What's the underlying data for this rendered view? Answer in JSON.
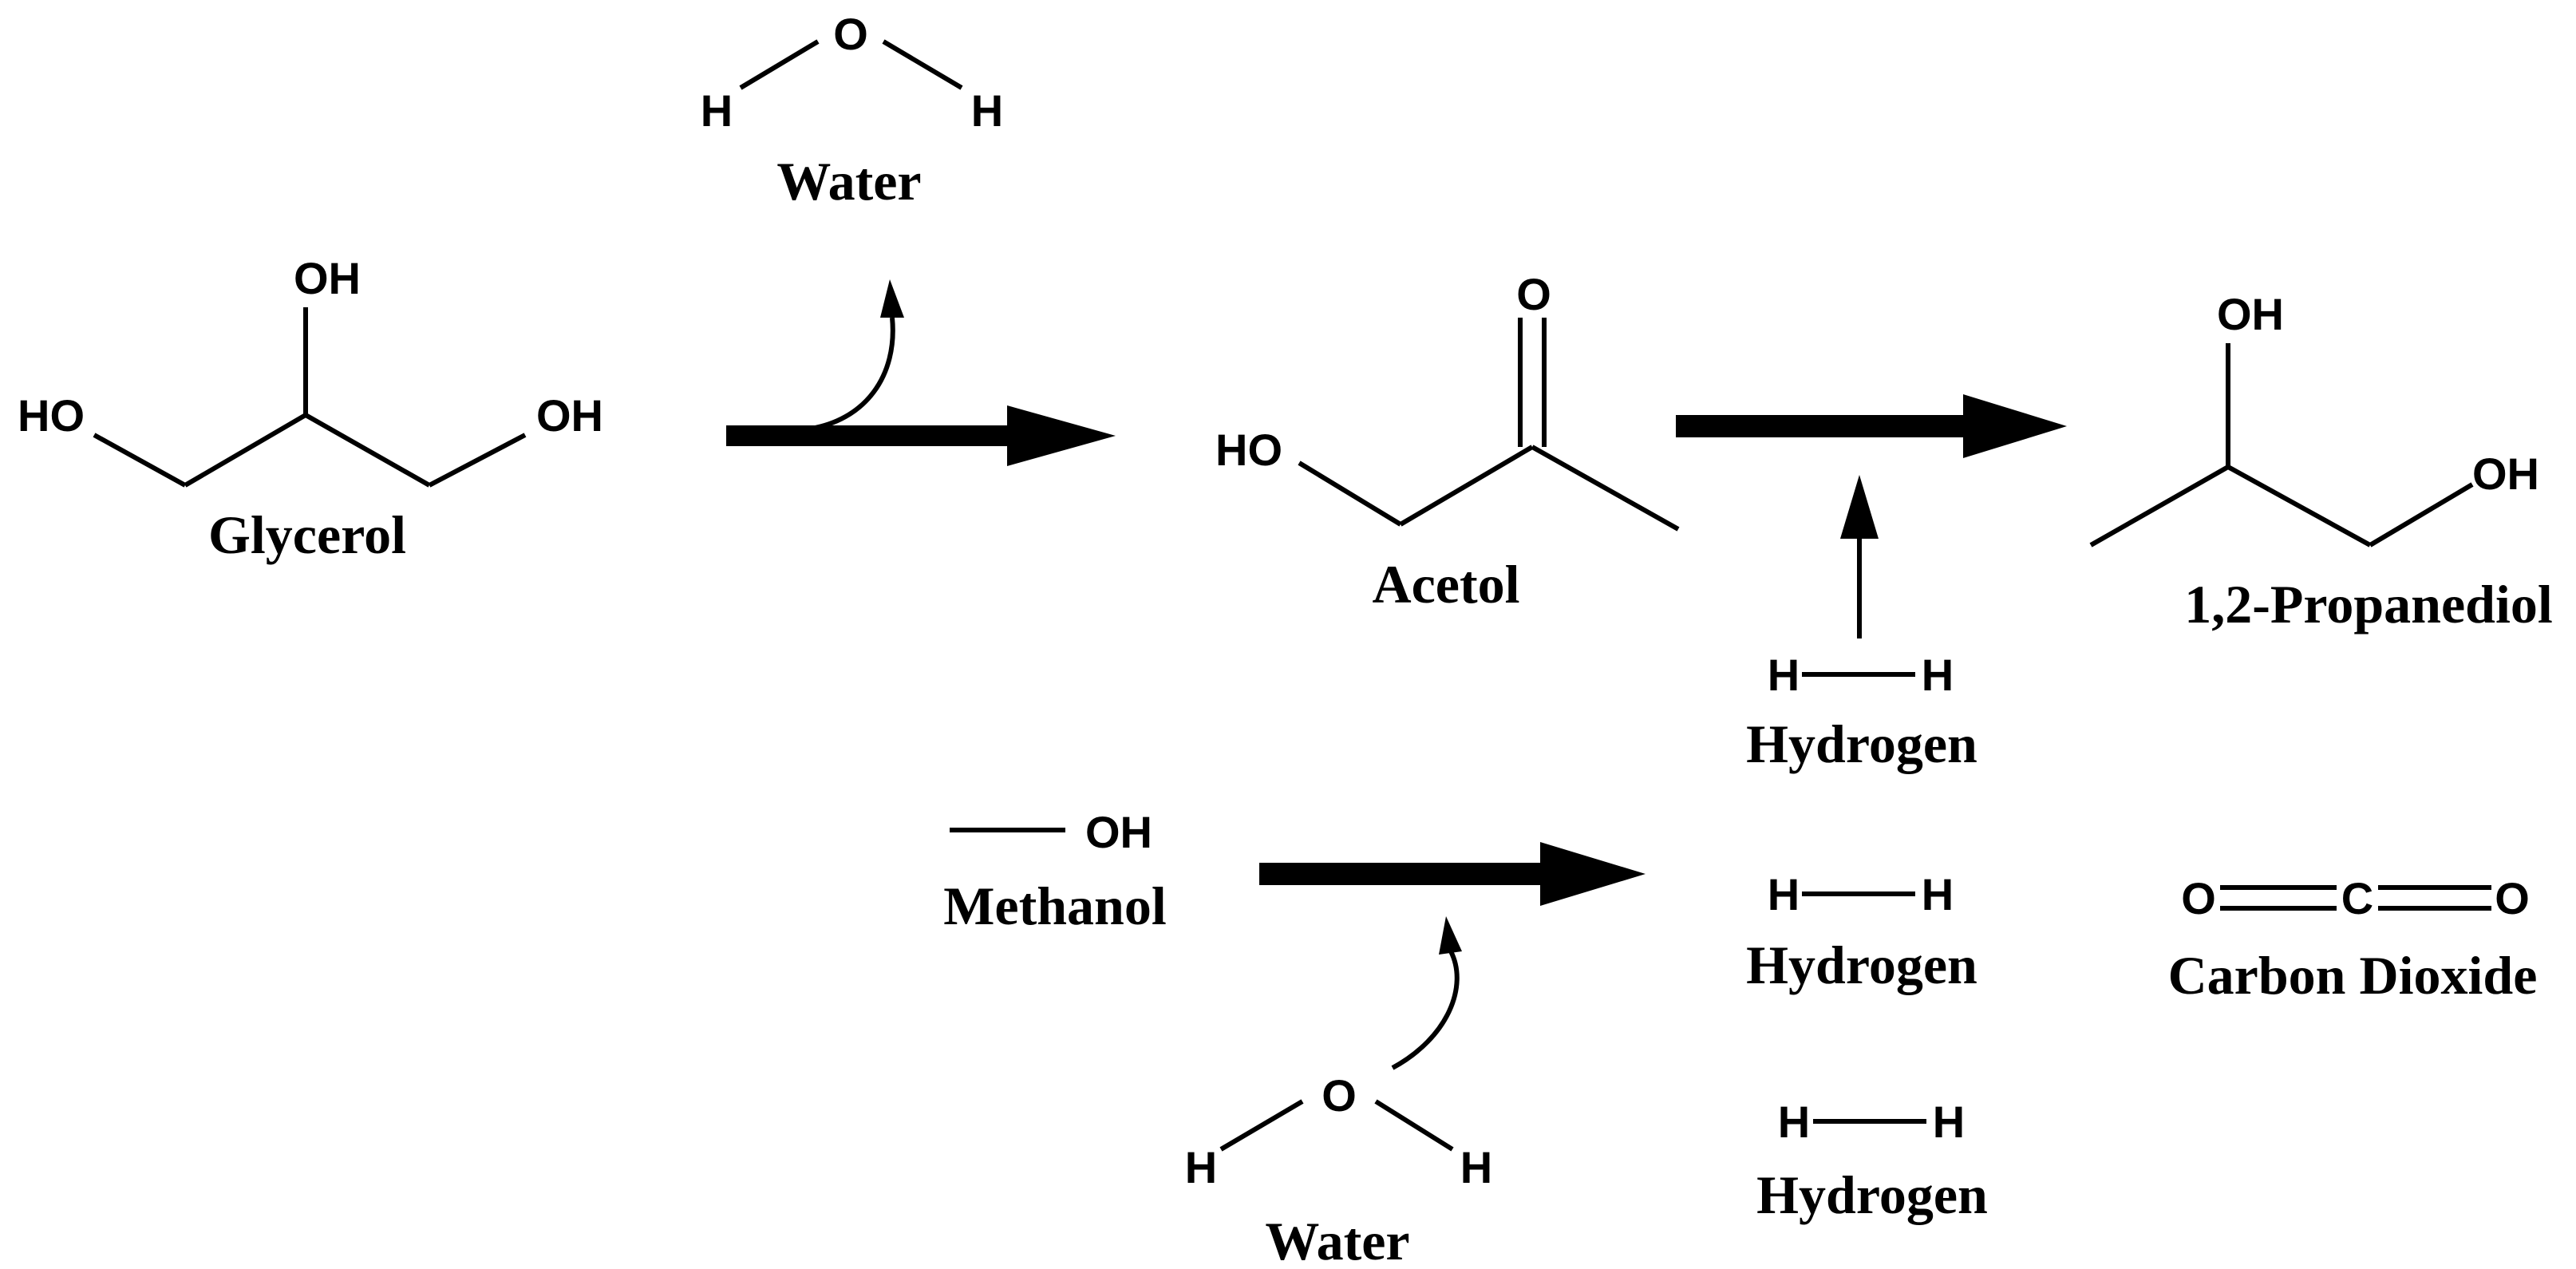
{
  "molecules": {
    "water_top": {
      "name": "Water",
      "atoms": {
        "o": "O",
        "h1": "H",
        "h2": "H"
      }
    },
    "glycerol": {
      "name": "Glycerol",
      "atoms": {
        "oh_top": "OH",
        "ho_left": "HO",
        "oh_right": "OH"
      }
    },
    "acetol": {
      "name": "Acetol",
      "atoms": {
        "o": "O",
        "ho": "HO"
      }
    },
    "propanediol": {
      "name": "1,2-Propanediol",
      "atoms": {
        "oh_top": "OH",
        "oh_right": "OH"
      }
    },
    "hydrogen_1": {
      "name": "Hydrogen",
      "atoms": {
        "h1": "H",
        "h2": "H"
      }
    },
    "methanol": {
      "name": "Methanol",
      "atoms": {
        "oh": "OH"
      }
    },
    "hydrogen_2": {
      "name": "Hydrogen",
      "atoms": {
        "h1": "H",
        "h2": "H"
      }
    },
    "carbon_dioxide": {
      "name": "Carbon Dioxide",
      "atoms": {
        "o1": "O",
        "c": "C",
        "o2": "O"
      }
    },
    "water_bottom": {
      "name": "Water",
      "atoms": {
        "o": "O",
        "h1": "H",
        "h2": "H"
      }
    },
    "hydrogen_3": {
      "name": "Hydrogen",
      "atoms": {
        "h1": "H",
        "h2": "H"
      }
    }
  }
}
